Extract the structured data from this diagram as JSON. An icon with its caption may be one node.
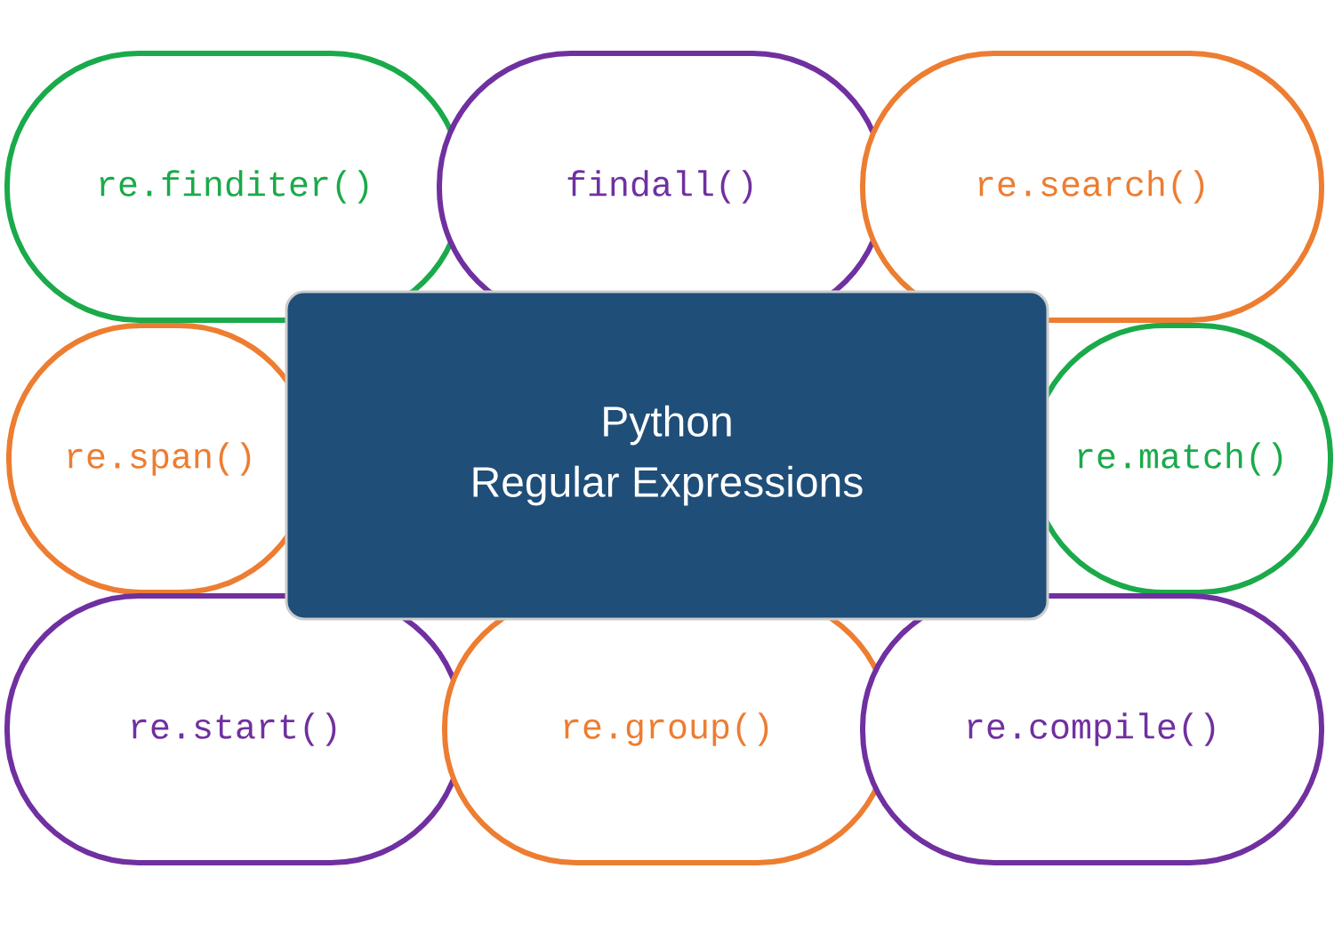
{
  "diagram": {
    "nodes": [
      {
        "text": [
          "re.finditer()"
        ]
      },
      {
        "text": [
          "findall()"
        ]
      },
      {
        "text": [
          "re.search()"
        ]
      },
      {
        "text": [
          "re.span()"
        ]
      },
      {
        "text": [
          "re.match()"
        ]
      },
      {
        "text": [
          "re.start()"
        ]
      },
      {
        "text": [
          "re.group()"
        ]
      },
      {
        "text": [
          "re.compile()"
        ]
      },
      {
        "text": [
          "Python",
          "Regular Expressions"
        ]
      }
    ]
  }
}
